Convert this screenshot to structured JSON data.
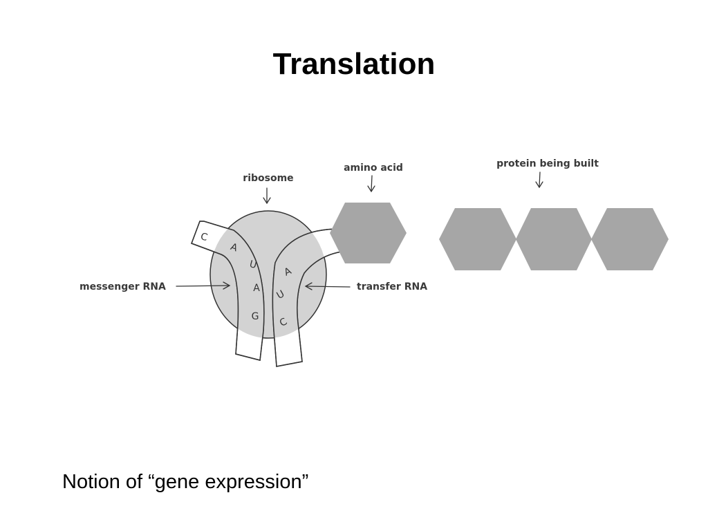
{
  "slide": {
    "title": "Translation",
    "caption": "Notion of “gene expression”"
  },
  "diagram": {
    "labels": {
      "ribosome": "ribosome",
      "amino_acid": "amino acid",
      "protein": "protein being built",
      "messenger_rna": "messenger RNA",
      "transfer_rna": "transfer RNA"
    },
    "mrna_bases": [
      "C",
      "A",
      "U",
      "A",
      "G"
    ],
    "trna_bases": [
      "A",
      "U",
      "C"
    ],
    "colors": {
      "ribosome_fill": "#d3d3d3",
      "hexagon_fill": "#a6a6a6",
      "stroke": "#333333"
    }
  }
}
